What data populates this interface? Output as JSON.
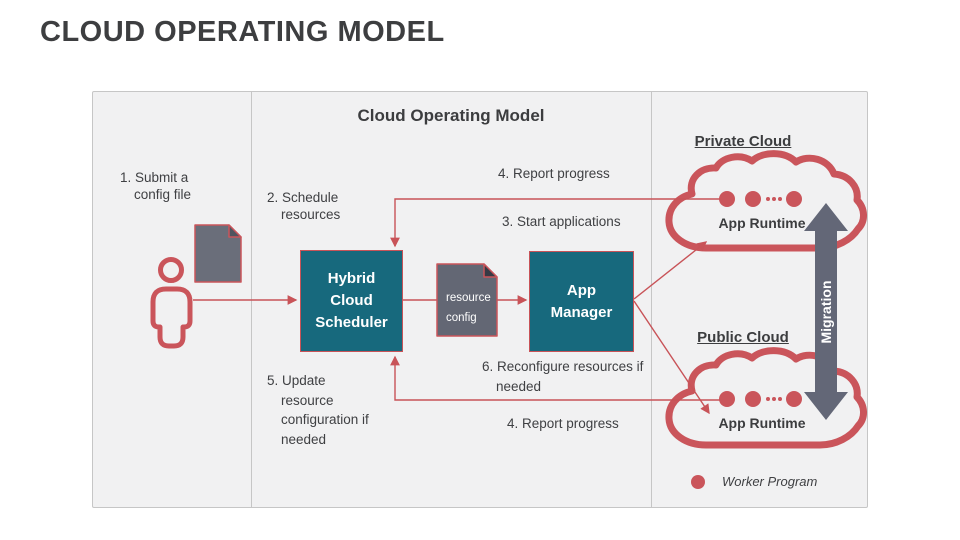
{
  "slide_title": "CLOUD OPERATING MODEL",
  "diagram": {
    "title": "Cloud Operating Model",
    "steps": {
      "s1": "1. Submit a config file",
      "s2": "2. Schedule resources",
      "s3": "3. Start applications",
      "s4_top": "4. Report progress",
      "s4_bottom": "4. Report progress",
      "s5": "5. Update resource configuration if needed",
      "s6": "6. Reconfigure resources if needed"
    },
    "nodes": {
      "scheduler": "Hybrid Cloud Scheduler",
      "app_manager": "App Manager",
      "resource_config": "resource config"
    },
    "clouds": {
      "private": {
        "label": "Private Cloud",
        "runtime": "App Runtime"
      },
      "public": {
        "label": "Public Cloud",
        "runtime": "App Runtime"
      }
    },
    "migration_label": "Migration",
    "legend": {
      "worker": "Worker Program"
    },
    "colors": {
      "accent_red": "#c85358",
      "teal": "#17697d",
      "slate_gray": "#636777",
      "panel_bg": "#f1f1f2",
      "text_dark": "#3f4043"
    }
  }
}
